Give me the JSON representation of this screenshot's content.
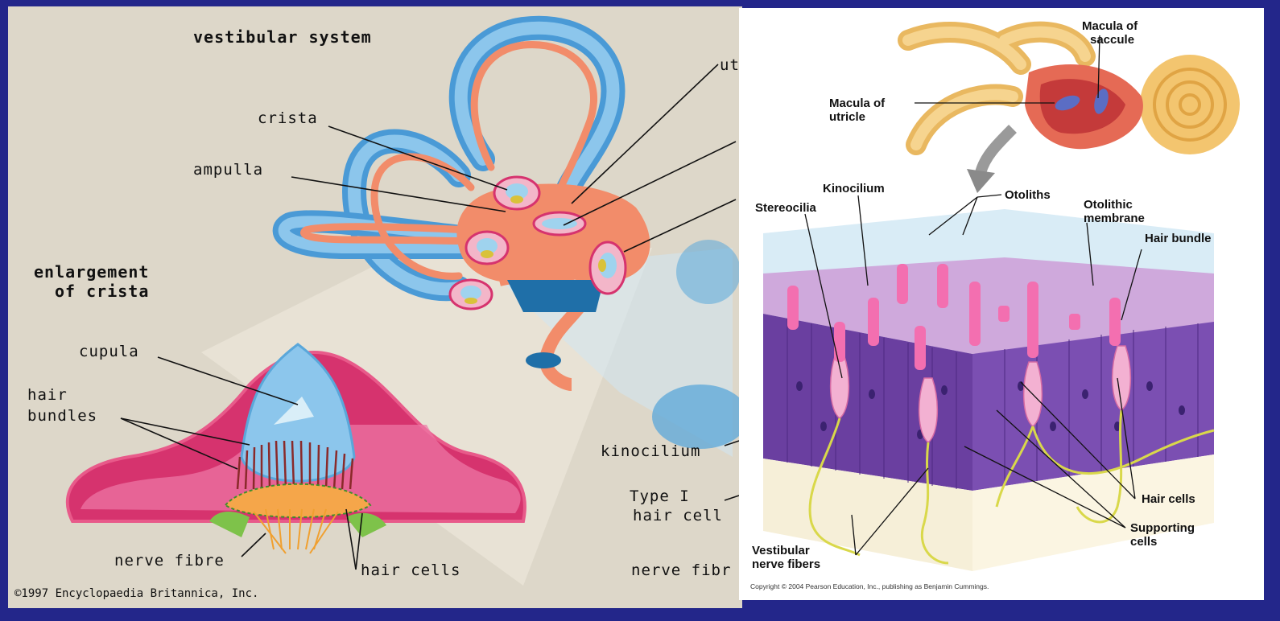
{
  "left": {
    "title": "vestibular system",
    "enlargement": [
      "enlargement",
      "of crista"
    ],
    "labels": {
      "crista": "crista",
      "ampulla": "ampulla",
      "utricle_partial": "ut",
      "cupula": "cupula",
      "hair_bundles": [
        "hair",
        "bundles"
      ],
      "nerve_fibre": "nerve fibre",
      "hair_cells": "hair cells",
      "kinocilium": "kinocilium",
      "type_i": [
        "Type I",
        "hair cell"
      ],
      "nerve_fibre_partial": "nerve fibr"
    },
    "copyright": "©1997 Encyclopaedia Britannica, Inc."
  },
  "right": {
    "labels": {
      "macula_saccule": [
        "Macula of",
        "saccule"
      ],
      "macula_utricle": [
        "Macula of",
        "utricle"
      ],
      "kinocilium": "Kinocilium",
      "otoliths": "Otoliths",
      "stereocilia": "Stereocilia",
      "otolithic_membrane": [
        "Otolithic",
        "membrane"
      ],
      "hair_bundle": "Hair bundle",
      "hair_cells": "Hair cells",
      "supporting_cells": [
        "Supporting",
        "cells"
      ],
      "vestibular_nerve_fibers": [
        "Vestibular",
        "nerve fibers"
      ]
    },
    "copyright": "Copyright © 2004 Pearson Education, Inc., publishing as Benjamin Cummings."
  },
  "colors": {
    "frame": "#23268a",
    "left_background": "#ddd7c9",
    "canal_blue": "#5aa7da",
    "membranous_orange": "#f28c6a",
    "crista_magenta": "#d6336e",
    "membrane_lilac": "#c9a6d8",
    "cell_purple": "#6a3fa0",
    "hair_pink": "#f36fb0",
    "nerve_yellow": "#d9d84a"
  }
}
